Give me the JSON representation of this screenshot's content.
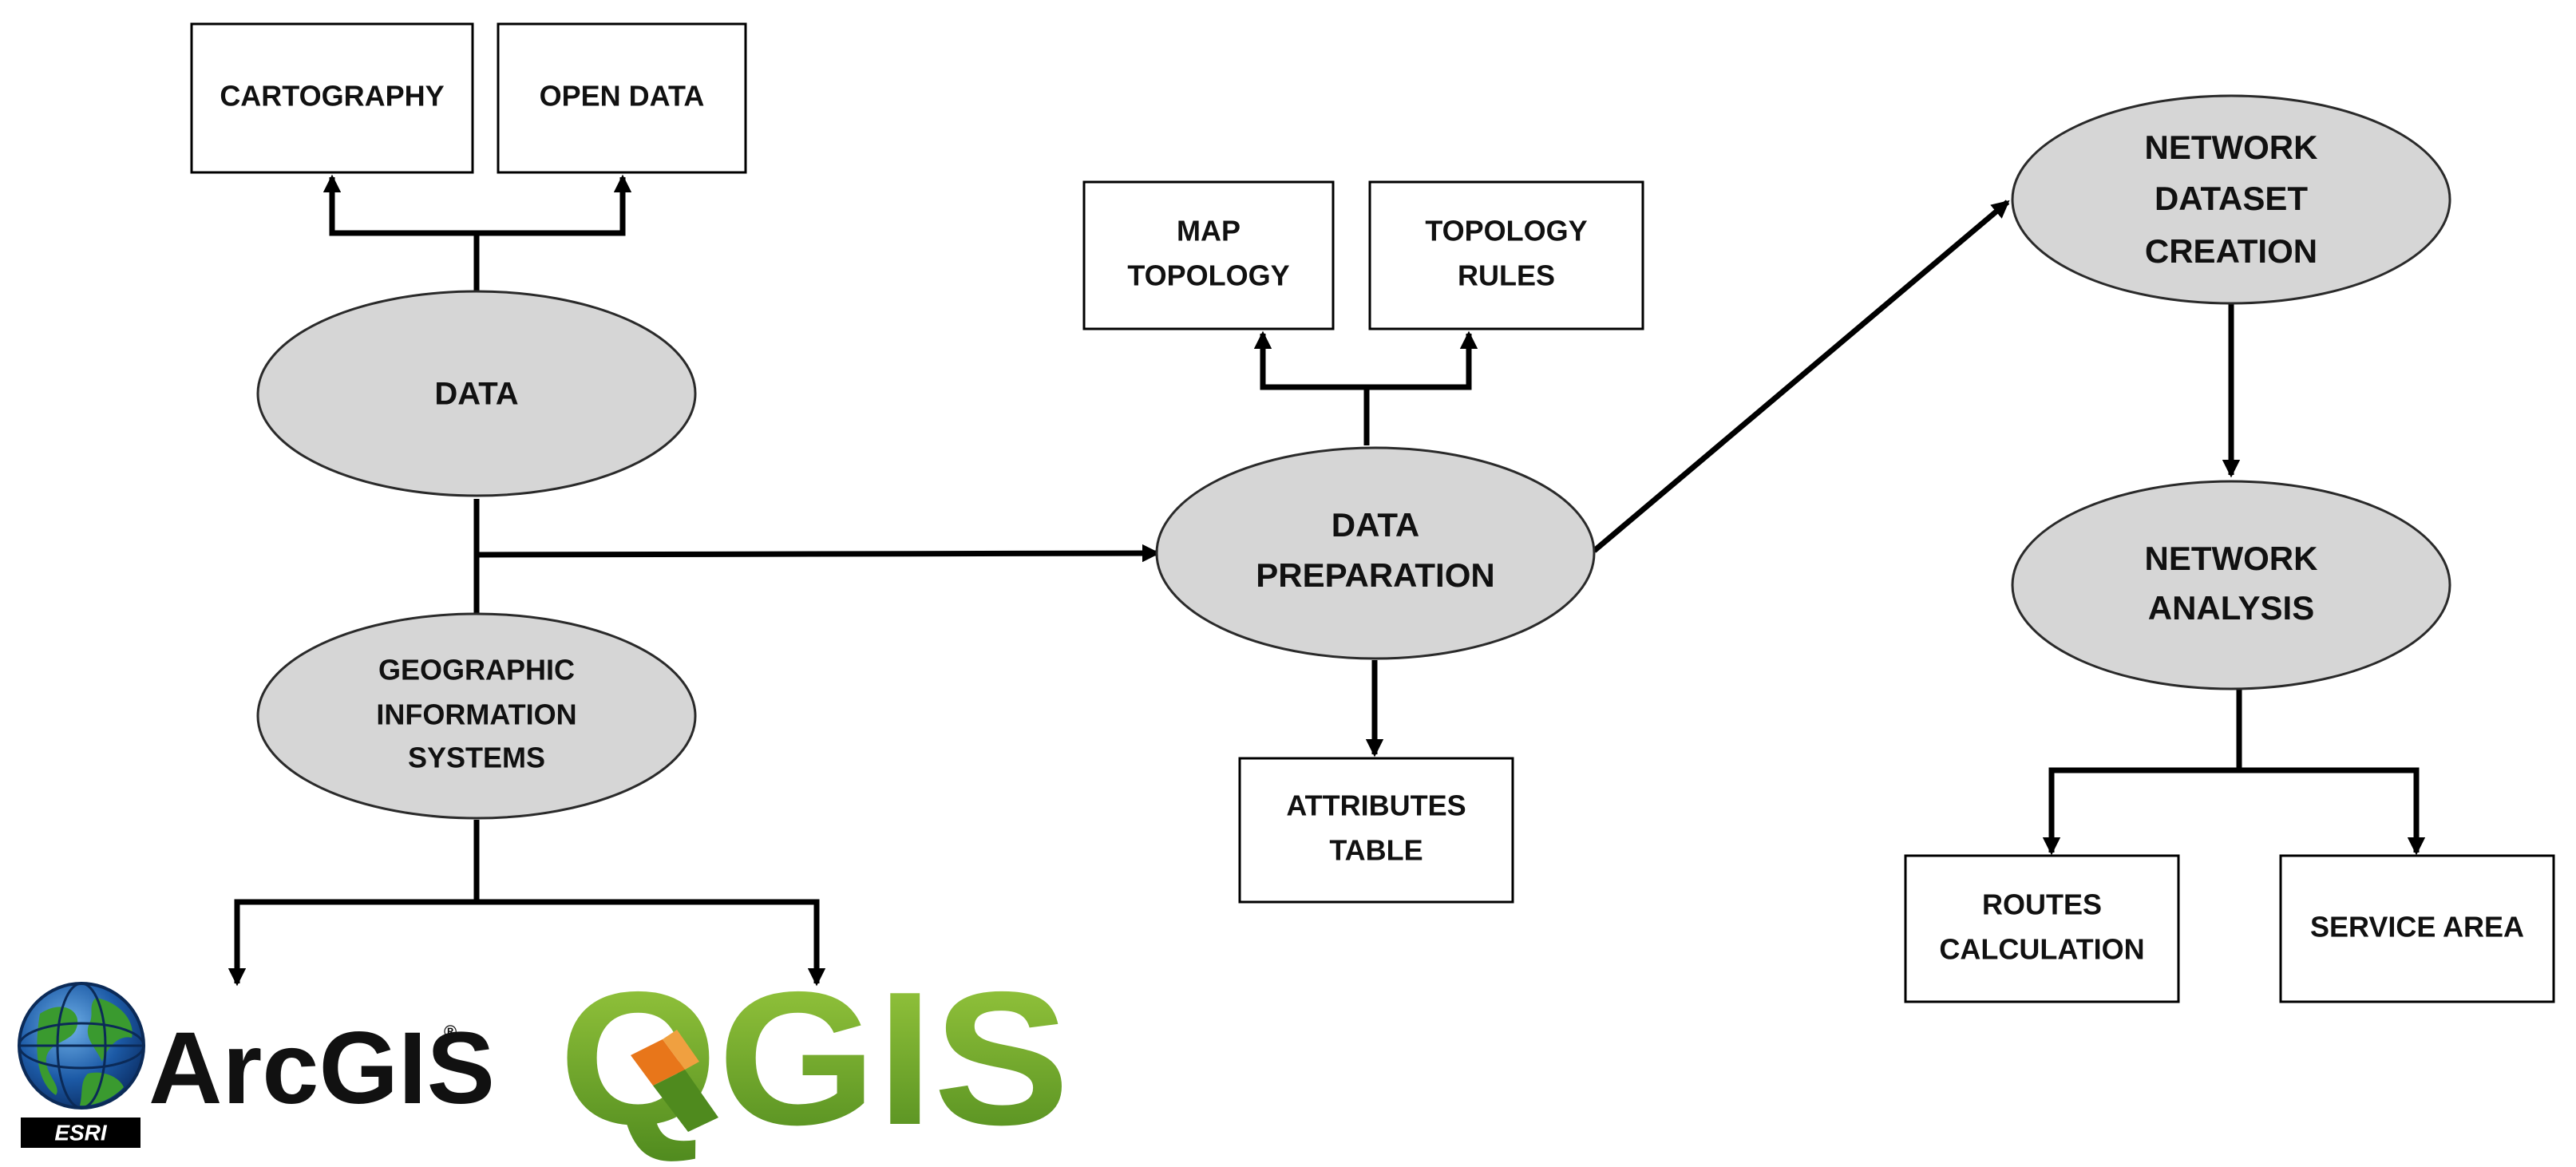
{
  "nodes": {
    "cartography": "CARTOGRAPHY",
    "open_data": "OPEN DATA",
    "data": "DATA",
    "gis": [
      "GEOGRAPHIC",
      "INFORMATION",
      "SYSTEMS"
    ],
    "map_topology": [
      "MAP",
      "TOPOLOGY"
    ],
    "topology_rules": [
      "TOPOLOGY",
      "RULES"
    ],
    "data_preparation": [
      "DATA",
      "PREPARATION"
    ],
    "attributes_table": [
      "ATTRIBUTES",
      "TABLE"
    ],
    "network_dataset_creation": [
      "NETWORK",
      "DATASET",
      "CREATION"
    ],
    "network_analysis": [
      "NETWORK",
      "ANALYSIS"
    ],
    "routes_calculation": [
      "ROUTES",
      "CALCULATION"
    ],
    "service_area": "SERVICE AREA"
  },
  "logos": {
    "arcgis": {
      "wordmark": "ArcGIS",
      "mark": "®",
      "badge": "ESRI",
      "icon": "globe-icon"
    },
    "qgis": {
      "wordmark": "QGIS",
      "icon": "qgis-pen-icon"
    }
  },
  "colors": {
    "ellipse_fill": "#d6d6d6",
    "box_fill": "#ffffff",
    "line": "#000000",
    "qgis_green_light": "#93c13d",
    "qgis_green_dark": "#4f8a1e",
    "qgis_orange": "#e8761a",
    "esri_globe_blue": "#1c5aa6",
    "esri_globe_green": "#3a9a2f"
  }
}
